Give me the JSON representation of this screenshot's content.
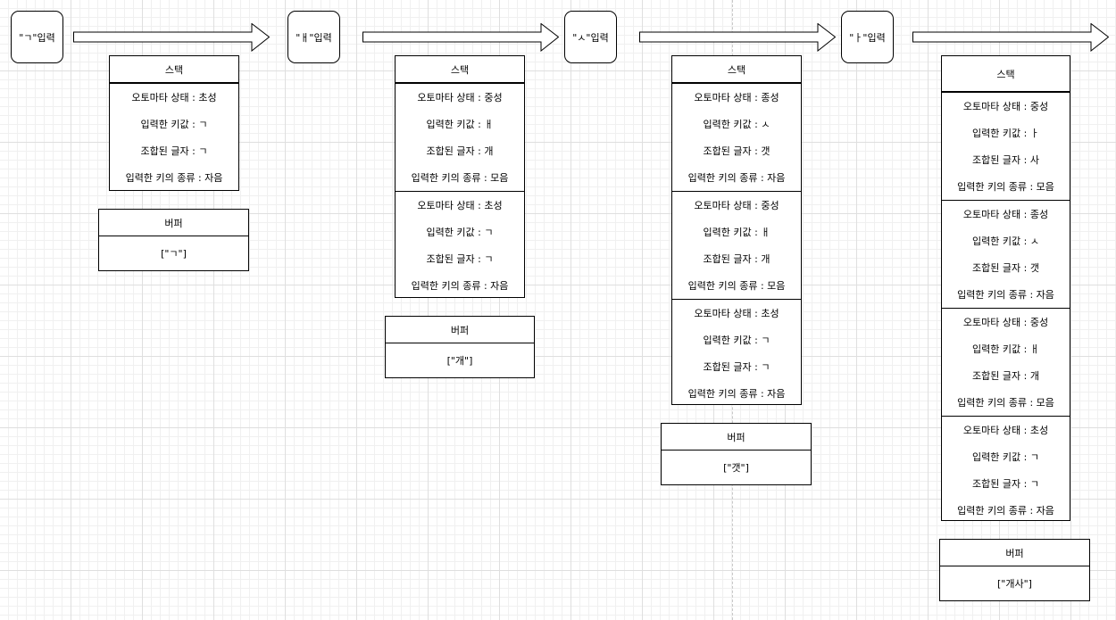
{
  "steps": [
    {
      "input_label": "\"ㄱ\"입력",
      "stack_title": "스택",
      "stack": [
        [
          "오토마타 상태 : 초성",
          "입력한 키값 : ㄱ",
          "조합된 글자 : ㄱ",
          "입력한 키의 종류 : 자음"
        ]
      ],
      "buffer_title": "버퍼",
      "buffer_value": "[\"ㄱ\"]"
    },
    {
      "input_label": "\"ㅐ\"입력",
      "stack_title": "스택",
      "stack": [
        [
          "오토마타 상태 : 중성",
          "입력한 키값 : ㅐ",
          "조합된 글자 : 개",
          "입력한 키의 종류 : 모음"
        ],
        [
          "오토마타 상태 : 초성",
          "입력한 키값 : ㄱ",
          "조합된 글자 : ㄱ",
          "입력한 키의 종류 : 자음"
        ]
      ],
      "buffer_title": "버퍼",
      "buffer_value": "[\"개\"]"
    },
    {
      "input_label": "\"ㅅ\"입력",
      "stack_title": "스택",
      "stack": [
        [
          "오토마타 상태 : 종성",
          "입력한 키값 : ㅅ",
          "조합된 글자 : 갯",
          "입력한 키의 종류 : 자음"
        ],
        [
          "오토마타 상태 : 중성",
          "입력한 키값 : ㅐ",
          "조합된 글자 : 개",
          "입력한 키의 종류 : 모음"
        ],
        [
          "오토마타 상태 : 초성",
          "입력한 키값 : ㄱ",
          "조합된 글자 : ㄱ",
          "입력한 키의 종류 : 자음"
        ]
      ],
      "buffer_title": "버퍼",
      "buffer_value": "[\"갯\"]"
    },
    {
      "input_label": "\"ㅏ\"입력",
      "stack_title": "스택",
      "stack": [
        [
          "오토마타 상태 : 중성",
          "입력한 키값 : ㅏ",
          "조합된 글자 : 사",
          "입력한 키의 종류 : 모음"
        ],
        [
          "오토마타 상태 : 종성",
          "입력한 키값 : ㅅ",
          "조합된 글자 : 갯",
          "입력한 키의 종류 : 자음"
        ],
        [
          "오토마타 상태 : 중성",
          "입력한 키값 : ㅐ",
          "조합된 글자 : 개",
          "입력한 키의 종류 : 모음"
        ],
        [
          "오토마타 상태 : 초성",
          "입력한 키값 : ㄱ",
          "조합된 글자 : ㄱ",
          "입력한 키의 종류 : 자음"
        ]
      ],
      "buffer_title": "버퍼",
      "buffer_value": "[\"개사\"]"
    }
  ]
}
